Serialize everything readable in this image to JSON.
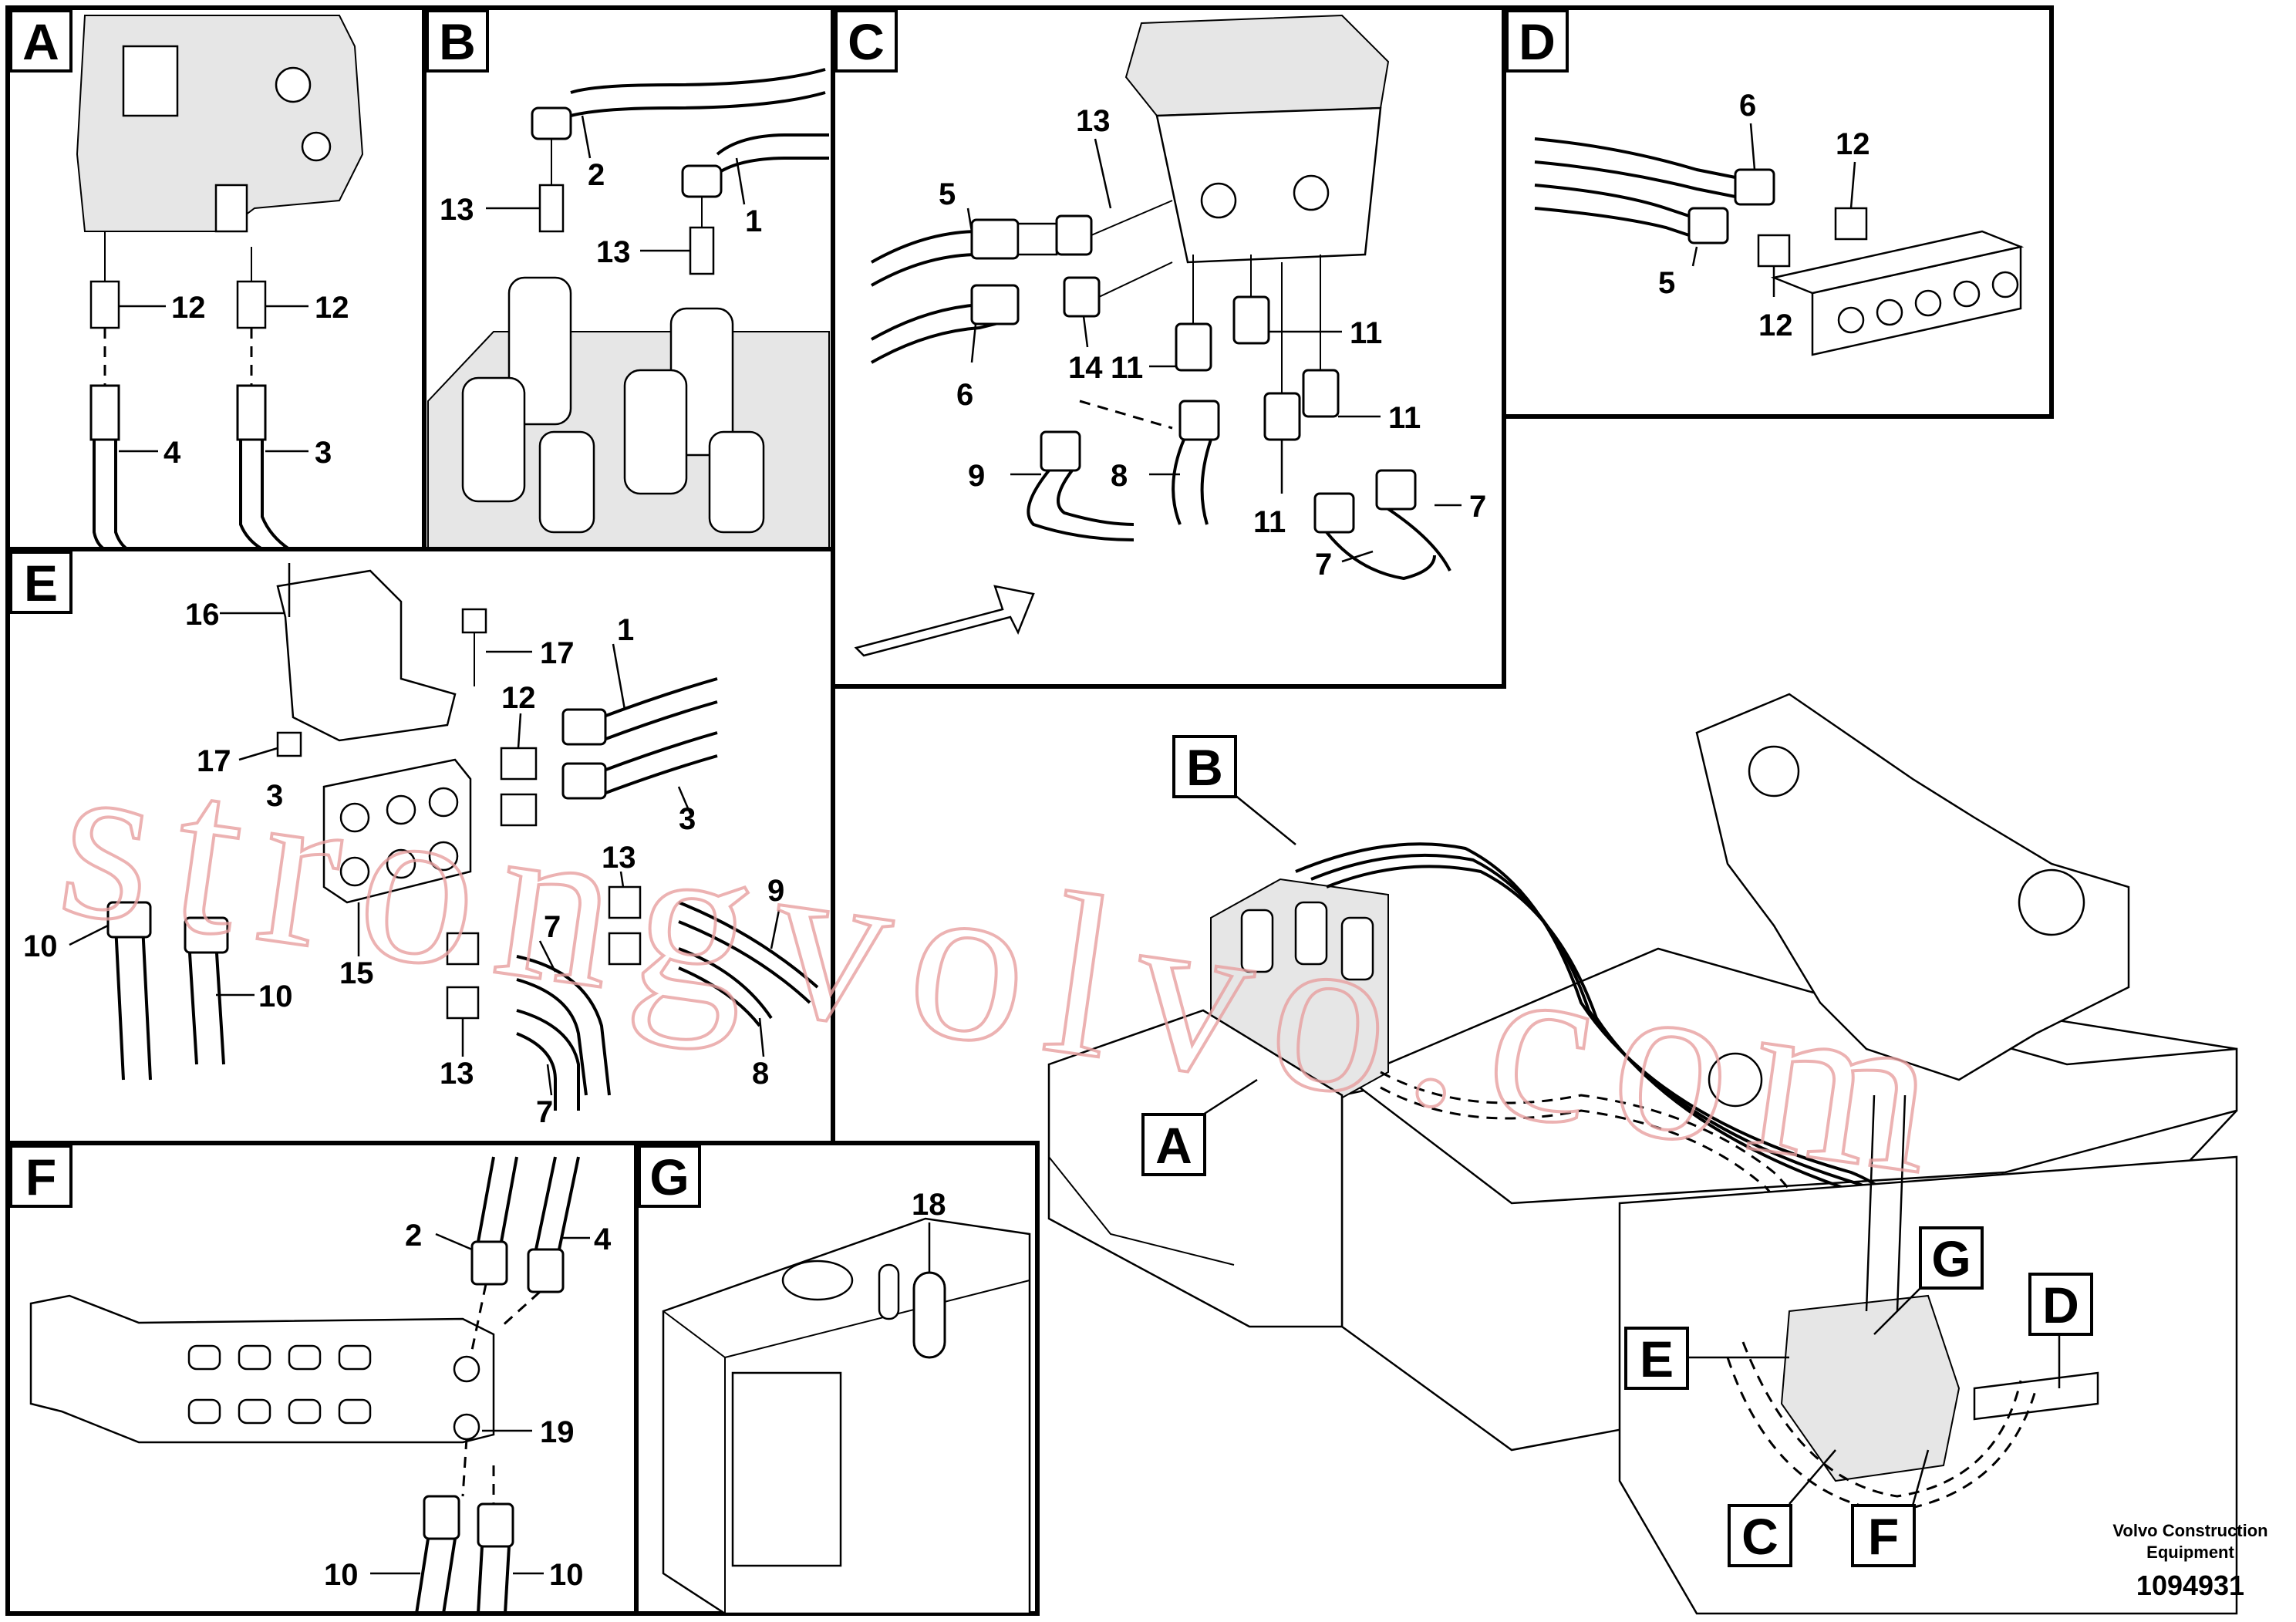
{
  "panels": {
    "A": {
      "tag": "A",
      "labels": [
        "12",
        "12",
        "4",
        "3"
      ]
    },
    "B": {
      "tag": "B",
      "labels": [
        "2",
        "1",
        "13",
        "13"
      ]
    },
    "C": {
      "tag": "C",
      "labels": [
        "13",
        "5",
        "14",
        "6",
        "11",
        "11",
        "11",
        "11",
        "9",
        "8",
        "7",
        "7"
      ]
    },
    "D": {
      "tag": "D",
      "labels": [
        "6",
        "12",
        "5",
        "12"
      ]
    },
    "E": {
      "tag": "E",
      "labels": [
        "16",
        "17",
        "1",
        "12",
        "17",
        "3",
        "3",
        "9",
        "10",
        "10",
        "15",
        "13",
        "7",
        "13",
        "7",
        "8"
      ]
    },
    "F": {
      "tag": "F",
      "labels": [
        "2",
        "4",
        "19",
        "10",
        "10"
      ]
    },
    "G": {
      "tag": "G",
      "labels": [
        "18"
      ]
    }
  },
  "overview": {
    "callouts": [
      "B",
      "A",
      "G",
      "E",
      "D",
      "C",
      "F"
    ]
  },
  "watermark": "strongvolvo.com",
  "footer": {
    "company_line1": "Volvo Construction",
    "company_line2": "Equipment",
    "drawing_number": "1094931"
  }
}
